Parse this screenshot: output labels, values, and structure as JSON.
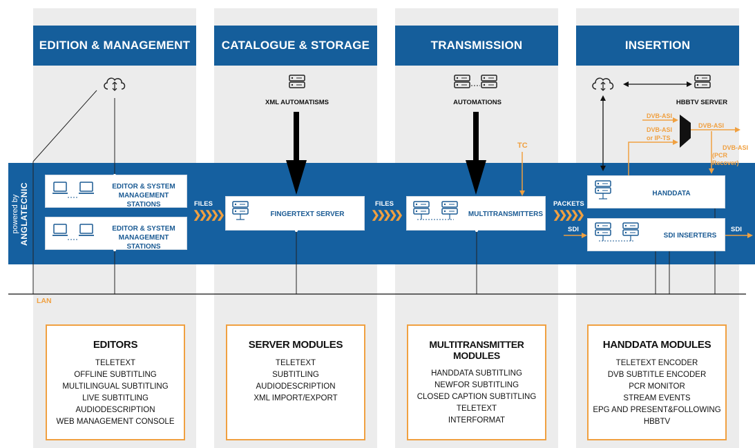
{
  "columns": [
    {
      "header": "EDITION & MANAGEMENT"
    },
    {
      "header": "CATALOGUE & STORAGE"
    },
    {
      "header": "TRANSMISSION"
    },
    {
      "header": "INSERTION"
    }
  ],
  "brand": {
    "powered_by": "powered by",
    "company": "ANGLATECNIC"
  },
  "nodes": {
    "xml_automatisms": "XML AUTOMATISMS",
    "automations": "AUTOMATIONS",
    "hbbtv_server": "HBBTV SERVER",
    "tc": "TC",
    "editor_station_1": "EDITOR & SYSTEM MANAGEMENT STATIONS",
    "editor_station_2": "EDITOR & SYSTEM MANAGEMENT STATIONS",
    "fingertext_server": "FINGERTEXT SERVER",
    "multitransmitters": "MULTITRANSMITTERS",
    "handdata": "HANDDATA",
    "sdi_inserters": "SDI INSERTERS"
  },
  "flows": {
    "files_1": "FILES",
    "files_2": "FILES",
    "packets": "PACKETS",
    "sdi_in": "SDI",
    "sdi_out": "SDI",
    "lan": "LAN",
    "dvb_asi_1": "DVB-ASI",
    "dvb_asi_2": "DVB-ASI",
    "or_ip_ts": "or IP-TS",
    "dvb_asi_3": "DVB-ASI",
    "dvb_asi_4": "DVB-ASI",
    "pcr_recover": "(PCR Recover)"
  },
  "modules": [
    {
      "title": "EDITORS",
      "items": [
        "TELETEXT",
        "OFFLINE SUBTITLING",
        "MULTILINGUAL SUBTITLING",
        "LIVE SUBTITLING",
        "AUDIODESCRIPTION",
        "WEB MANAGEMENT CONSOLE"
      ]
    },
    {
      "title": "SERVER MODULES",
      "items": [
        "TELETEXT",
        "SUBTITLING",
        "AUDIODESCRIPTION",
        "XML IMPORT/EXPORT"
      ]
    },
    {
      "title": "MULTITRANSMITTER MODULES",
      "items": [
        "HANDDATA SUBTITLING",
        "NEWFOR SUBTITLING",
        "CLOSED CAPTION SUBTITLING",
        "TELETEXT",
        "INTERFORMAT"
      ]
    },
    {
      "title": "HANDDATA MODULES",
      "items": [
        "TELETEXT ENCODER",
        "DVB SUBTITLE ENCODER",
        "PCR MONITOR",
        "STREAM EVENTS",
        "EPG AND PRESENT&FOLLOWING",
        "HBBTV"
      ]
    }
  ],
  "colors": {
    "header_blue": "#155e9b",
    "band_blue": "#1560a0",
    "accent_orange": "#f0a040",
    "column_gray": "#ececec"
  }
}
